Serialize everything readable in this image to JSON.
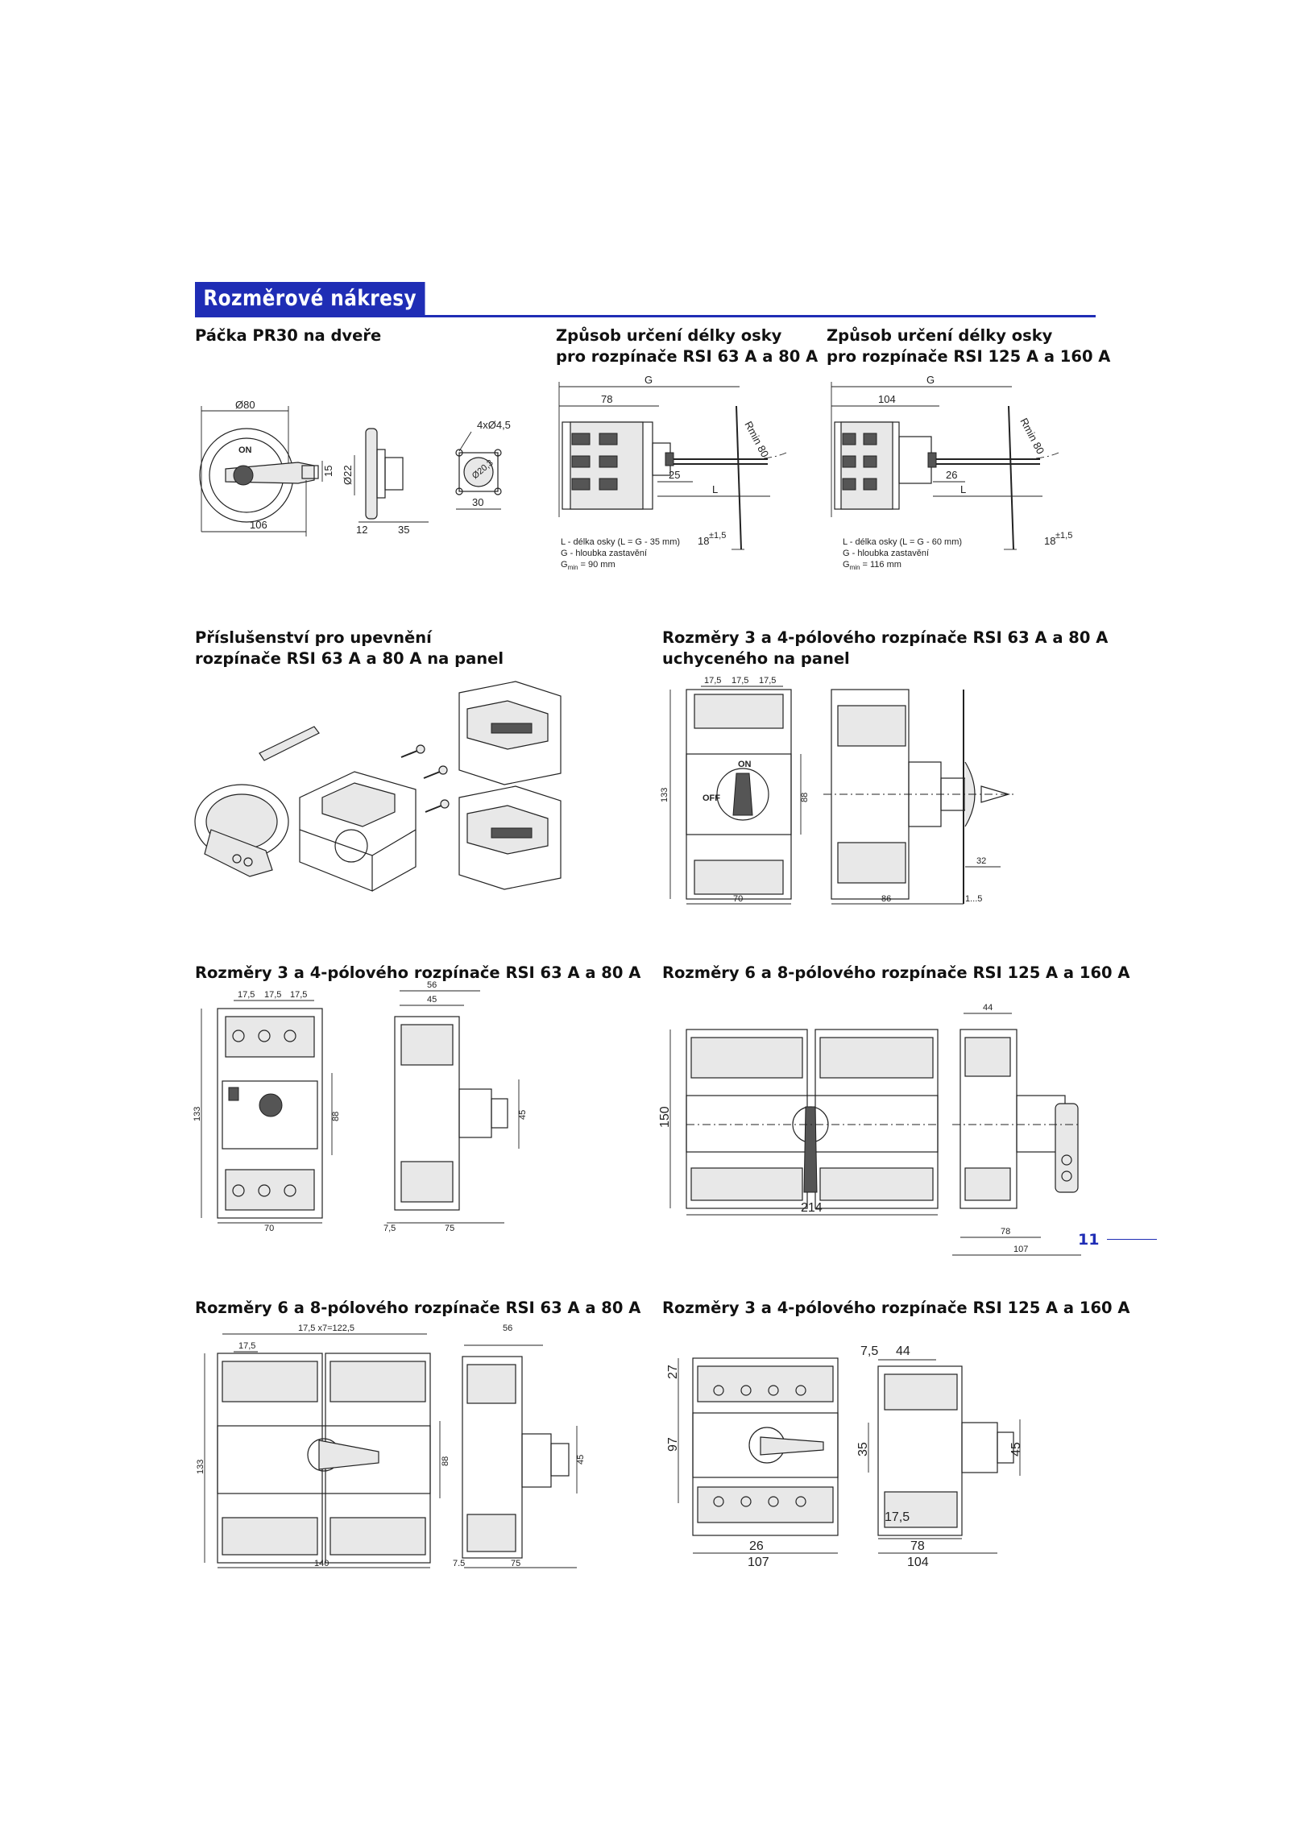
{
  "section_title": "Rozměrové nákresy",
  "page_number": "11",
  "headings": {
    "lever_title": "Páčka PR30 na dveře",
    "shaft_a_line1": "Způsob určení délky osky",
    "shaft_a_line2": "pro rozpínače RSI 63 A a 80 A",
    "shaft_b_line1": "Způsob určení délky osky",
    "shaft_b_line2": "pro rozpínače RSI 125 A a 160 A",
    "acc_line1": "Příslušenství pro upevnění",
    "acc_line2": "rozpínače RSI 63 A a 80 A na panel",
    "panel_line1": "Rozměry 3 a 4-pólového rozpínače RSI 63 A a 80 A",
    "panel_line2": "uchyceného na panel",
    "d34_63": "Rozměry 3 a 4-pólového rozpínače RSI 63 A a 80 A",
    "d68_125": "Rozměry 6 a 8-pólového rozpínače RSI 125 A a 160 A",
    "d68_63": "Rozměry 6 a 8-pólového rozpínače RSI 63 A a 80 A",
    "d34_125": "Rozměry 3 a 4-pólového rozpínače RSI 125 A a 160 A"
  },
  "lever": {
    "d80": "Ø80",
    "w106": "106",
    "h15": "15",
    "d22": "Ø22",
    "w12": "12",
    "w35": "35",
    "holes": "4xØ4,5",
    "circle": "Ø20,3",
    "w30": "30",
    "on": "ON"
  },
  "shaft_a": {
    "g": "G",
    "w78": "78",
    "rmin": "Rmin 80",
    "w25": "25",
    "l": "L",
    "w18": "18",
    "tol": "±1,5",
    "note1": "L - délka osky (L = G - 35 mm)",
    "note2": "G - hloubka zastavění",
    "note3_pre": "G",
    "note3_sub": "min",
    "note3_post": " = 90 mm"
  },
  "shaft_b": {
    "g": "G",
    "w104": "104",
    "rmin": "Rmin 80",
    "w26": "26",
    "l": "L",
    "w18": "18",
    "tol": "±1,5",
    "note1": "L - délka osky (L = G - 60 mm)",
    "note2": "G - hloubka zastavění",
    "note3_pre": "G",
    "note3_sub": "min",
    "note3_post": " = 116 mm"
  },
  "panel": {
    "p1": "17,5",
    "p2": "17,5",
    "p3": "17,5",
    "h133": "133",
    "h88": "88",
    "w70": "70",
    "w86": "86",
    "w32": "32",
    "w15": "1...5",
    "on": "ON",
    "off": "OFF"
  },
  "d34_63": {
    "p1": "17,5",
    "p2": "17,5",
    "p3": "17,5",
    "h133": "133",
    "h88": "88",
    "w70": "70",
    "w56": "56",
    "w45": "45",
    "h45": "45",
    "w75": "7,5",
    "w75b": "75"
  },
  "d68_125": {
    "h150": "150",
    "w214": "214",
    "w44": "44",
    "w78": "78",
    "w107": "107"
  },
  "d68_63": {
    "pitch": "17,5 x7=122,5",
    "p1": "17,5",
    "h133": "133",
    "h88": "88",
    "w140": "140",
    "w56": "56",
    "h45": "45",
    "w75": "7.5",
    "w75b": "75"
  },
  "d34_125": {
    "h27": "27",
    "h97": "97",
    "w26": "26",
    "w107": "107",
    "w75": "7,5",
    "w44": "44",
    "h35": "35",
    "h45": "45",
    "w175": "17,5",
    "w78": "78",
    "w104": "104"
  }
}
